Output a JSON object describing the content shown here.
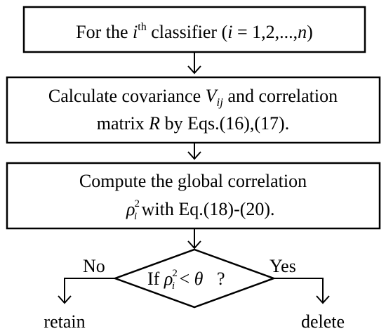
{
  "step1": {
    "prefix": "For the ",
    "index_symbol": "i",
    "superscript": "th",
    "middle": " classifier (",
    "index_symbol_2": "i",
    "range": " = 1,2,...,",
    "count_symbol": "n",
    "suffix": ")"
  },
  "step2": {
    "line1_prefix": "Calculate covariance ",
    "covariance_symbol": "V",
    "covariance_subscript": "ij",
    "line1_suffix": " and correlation",
    "line2_prefix": "matrix ",
    "matrix_symbol": "R",
    "line2_suffix": " by Eqs.(16),(17)."
  },
  "step3": {
    "line1": "Compute the global correlation",
    "rho_symbol": "ρ",
    "rho_superscript": "2",
    "rho_subscript": "i",
    "line2_suffix": " with Eq.(18)-(20)."
  },
  "decision": {
    "prefix": "If ",
    "rho_symbol": "ρ",
    "rho_superscript": "2",
    "rho_subscript": "i",
    "operator": " < ",
    "threshold_symbol": "θ",
    "question": "   ?"
  },
  "branches": {
    "no_label": "No",
    "yes_label": "Yes",
    "no_outcome": "retain",
    "yes_outcome": "delete"
  }
}
